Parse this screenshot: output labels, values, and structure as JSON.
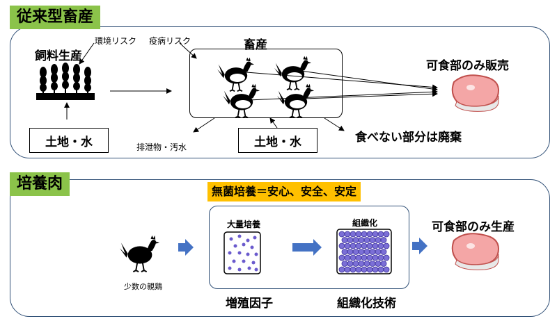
{
  "top": {
    "title": "従来型畜産",
    "feed_label": "飼料生産",
    "env_risk": "環境リスク",
    "disease_risk": "疫病リスク",
    "livestock_label": "畜産",
    "edible_label": "可食部のみ販売",
    "land_water_1": "土地・水",
    "land_water_2": "土地・水",
    "excrement": "排泄物・汚水",
    "waste": "食べない部分は廃棄"
  },
  "bottom": {
    "title": "培養肉",
    "sterile_label": "無菌培養＝安心、安全、安定",
    "mass_culture": "大量培養",
    "tissue": "組織化",
    "edible_label": "可食部のみ生産",
    "parent_birds": "少数の親鶏",
    "growth_factor": "増殖因子",
    "tissue_tech": "組織化技術"
  },
  "colors": {
    "panel_border": "#2f4f76",
    "tag_green": "#8bc34a",
    "highlight_yellow": "#ffc000",
    "arrow_blue": "#4472c4",
    "meat_pink": "#f4a6a6",
    "cell_purple": "#6a5acd"
  },
  "icons": [
    "wheat-icon",
    "chicken-icon",
    "meat-icon",
    "cell-dish-icon",
    "tissue-dish-icon"
  ]
}
